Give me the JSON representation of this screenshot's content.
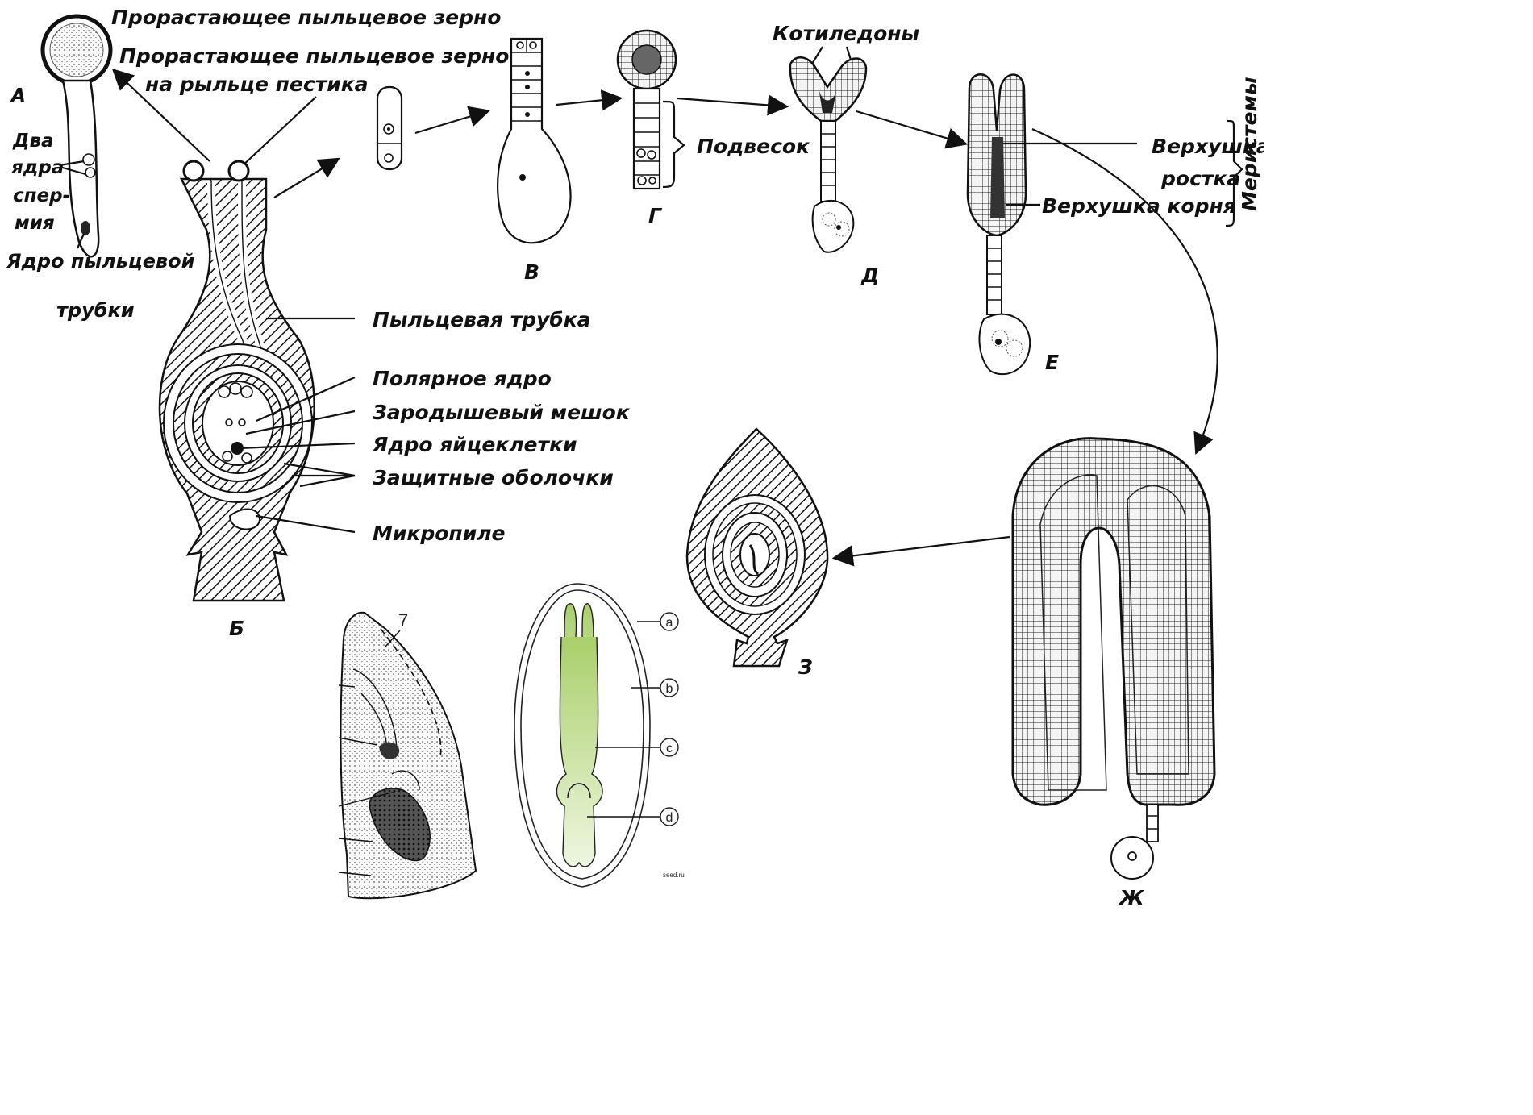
{
  "labels": {
    "pollen_grain": "Прорастающее пыльцевое зерно",
    "pollen_on_stigma_1": "Прорастающее пыльцевое зерно",
    "pollen_on_stigma_2": "на рыльце пестика",
    "cotyledons": "Котиледоны",
    "suspensor": "Подвесок",
    "shoot_apex_1": "Верхушка",
    "shoot_apex_2": "ростка",
    "root_apex": "Верхушка корня",
    "meristems": "Меристемы",
    "two_nuclei_1": "Два",
    "two_nuclei_2": "ядра",
    "two_nuclei_3": "спер-",
    "two_nuclei_4": "мия",
    "tube_nucleus_1": "Ядро пыльцевой",
    "tube_nucleus_2": "трубки",
    "pollen_tube": "Пыльцевая трубка",
    "polar_nucleus": "Полярное ядро",
    "embryo_sac": "Зародышевый мешок",
    "egg_nucleus": "Ядро яйцеклетки",
    "integuments": "Защитные оболочки",
    "micropyle": "Микропиле"
  },
  "stage_letters": {
    "a": "А",
    "b": "Б",
    "v": "В",
    "g": "Г",
    "d": "Д",
    "e": "Е",
    "zh": "Ж",
    "z": "З"
  },
  "seed_diagram": {
    "callouts": [
      "a",
      "b",
      "c",
      "d"
    ],
    "accent_color": "#a9cf6a",
    "tiny_caption": "seed.ru"
  },
  "section_number": "7"
}
